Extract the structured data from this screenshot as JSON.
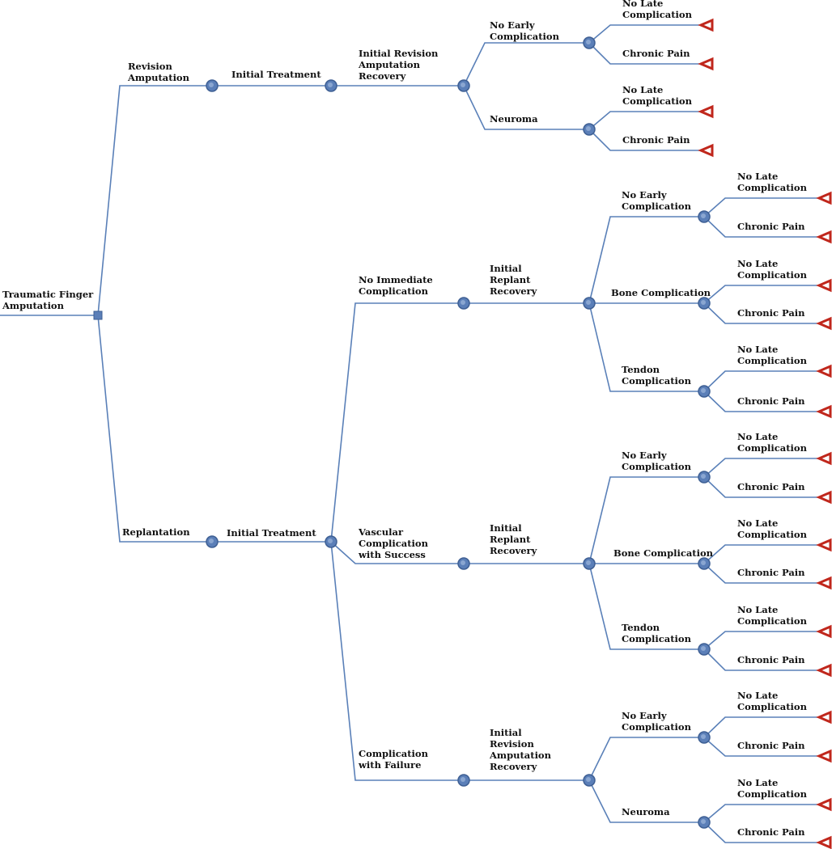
{
  "diagram": {
    "root": "Traumatic Finger Amputation",
    "revision": {
      "label": "Revision Amputation",
      "initial": "Initial Treatment",
      "recovery": "Initial Revision Amputation Recovery",
      "no_early": "No Early Complication",
      "neuroma": "Neuroma"
    },
    "replantation": {
      "label": "Replantation",
      "initial": "Initial Treatment",
      "no_immediate": "No Immediate Complication",
      "vascular_success": "Vascular Complication with Success",
      "failure": "Complication with Failure",
      "replant_recovery": "Initial Replant Recovery",
      "revision_recovery": "Initial Revision Amputation Recovery",
      "no_early": "No Early Complication",
      "bone": "Bone Complication",
      "tendon": "Tendon Complication",
      "neuroma": "Neuroma"
    },
    "outcomes": {
      "no_late": "No Late Complication",
      "chronic_pain": "Chronic Pain"
    }
  }
}
